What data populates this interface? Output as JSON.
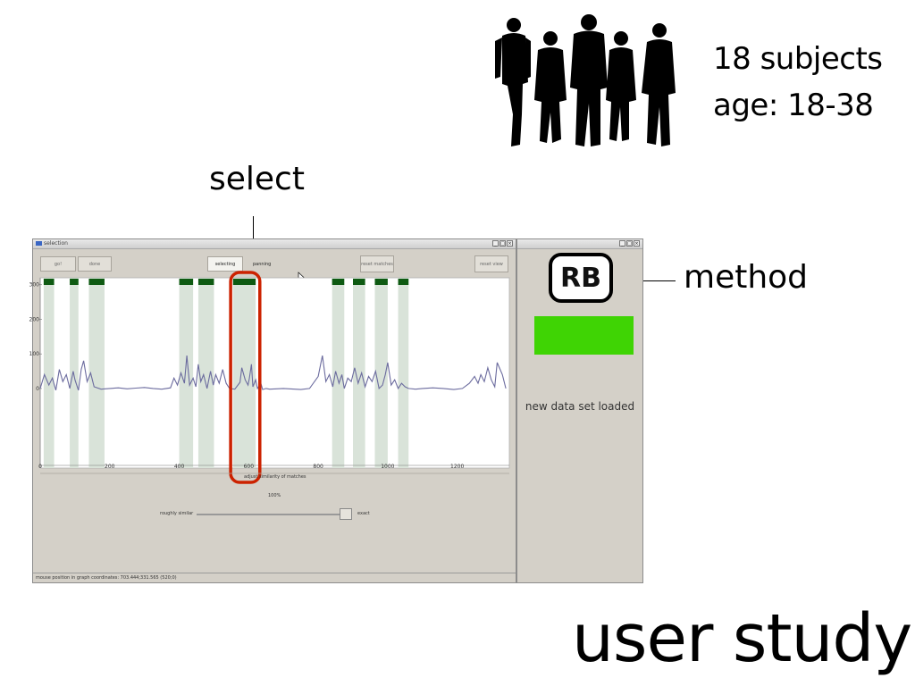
{
  "slide": {
    "subjects_text": "18 subjects",
    "age_text": "age: 18-38",
    "select_label": "select",
    "method_label": "method",
    "title": "user study"
  },
  "selection_window": {
    "title": "selection",
    "buttons": {
      "go": "go!",
      "done": "done",
      "selecting": "selecting",
      "panning": "panning",
      "reset_matches": "reset matches",
      "reset_view": "reset view"
    },
    "slider": {
      "heading": "adjust similarity of matches",
      "percent": "100%",
      "left_label": "roughly similar",
      "right_label": "exact",
      "level": 1.0
    },
    "status_bar": "mouse position in graph coordinates: 703.444;331.565 (520;0)"
  },
  "method_window": {
    "badge": "RB",
    "status_message": "new data set loaded",
    "indicator_color": "#3fd404"
  },
  "chart_data": {
    "type": "line",
    "x_range": [
      0,
      1350
    ],
    "y_range": [
      -230,
      320
    ],
    "x_ticks": [
      0,
      200,
      400,
      600,
      800,
      1000,
      1200
    ],
    "y_ticks": [
      0,
      100,
      200,
      300
    ],
    "series": [
      {
        "color": "#6b6b9e",
        "x": [
          0,
          12,
          25,
          35,
          45,
          55,
          65,
          75,
          85,
          95,
          100,
          110,
          118,
          125,
          135,
          145,
          155,
          175,
          200,
          225,
          250,
          275,
          300,
          325,
          350,
          375,
          385,
          395,
          405,
          415,
          422,
          430,
          440,
          448,
          455,
          462,
          470,
          480,
          490,
          498,
          505,
          515,
          525,
          535,
          545,
          560,
          575,
          580,
          590,
          598,
          602,
          608,
          612,
          620,
          625,
          635,
          640,
          650,
          660,
          700,
          750,
          775,
          800,
          812,
          822,
          832,
          842,
          850,
          860,
          868,
          875,
          885,
          895,
          905,
          915,
          925,
          935,
          945,
          955,
          965,
          975,
          985,
          993,
          1000,
          1010,
          1020,
          1030,
          1040,
          1050,
          1060,
          1080,
          1100,
          1130,
          1160,
          1190,
          1215,
          1235,
          1250,
          1260,
          1268,
          1278,
          1288,
          1298,
          1308,
          1315,
          1330,
          1340
        ],
        "y": [
          0,
          40,
          10,
          30,
          -5,
          55,
          20,
          40,
          0,
          50,
          25,
          -5,
          55,
          80,
          20,
          45,
          5,
          -2,
          0,
          2,
          -1,
          1,
          3,
          0,
          -2,
          2,
          30,
          10,
          45,
          15,
          95,
          10,
          30,
          5,
          70,
          20,
          40,
          0,
          50,
          10,
          40,
          15,
          55,
          15,
          0,
          -2,
          18,
          60,
          25,
          10,
          30,
          70,
          5,
          25,
          0,
          15,
          -3,
          0,
          -2,
          0,
          -3,
          0,
          35,
          95,
          20,
          40,
          5,
          50,
          15,
          40,
          0,
          30,
          20,
          60,
          15,
          45,
          5,
          35,
          20,
          50,
          0,
          10,
          40,
          75,
          10,
          25,
          0,
          15,
          5,
          0,
          -2,
          0,
          2,
          0,
          -3,
          0,
          15,
          35,
          15,
          40,
          20,
          60,
          25,
          5,
          75,
          40,
          0
        ]
      }
    ],
    "highlight_bands": [
      [
        10,
        40
      ],
      [
        85,
        110
      ],
      [
        140,
        185
      ],
      [
        400,
        440
      ],
      [
        455,
        500
      ],
      [
        555,
        620
      ],
      [
        840,
        875
      ],
      [
        900,
        935
      ],
      [
        963,
        1000
      ],
      [
        1030,
        1060
      ]
    ],
    "selected_range": [
      548,
      632
    ]
  }
}
